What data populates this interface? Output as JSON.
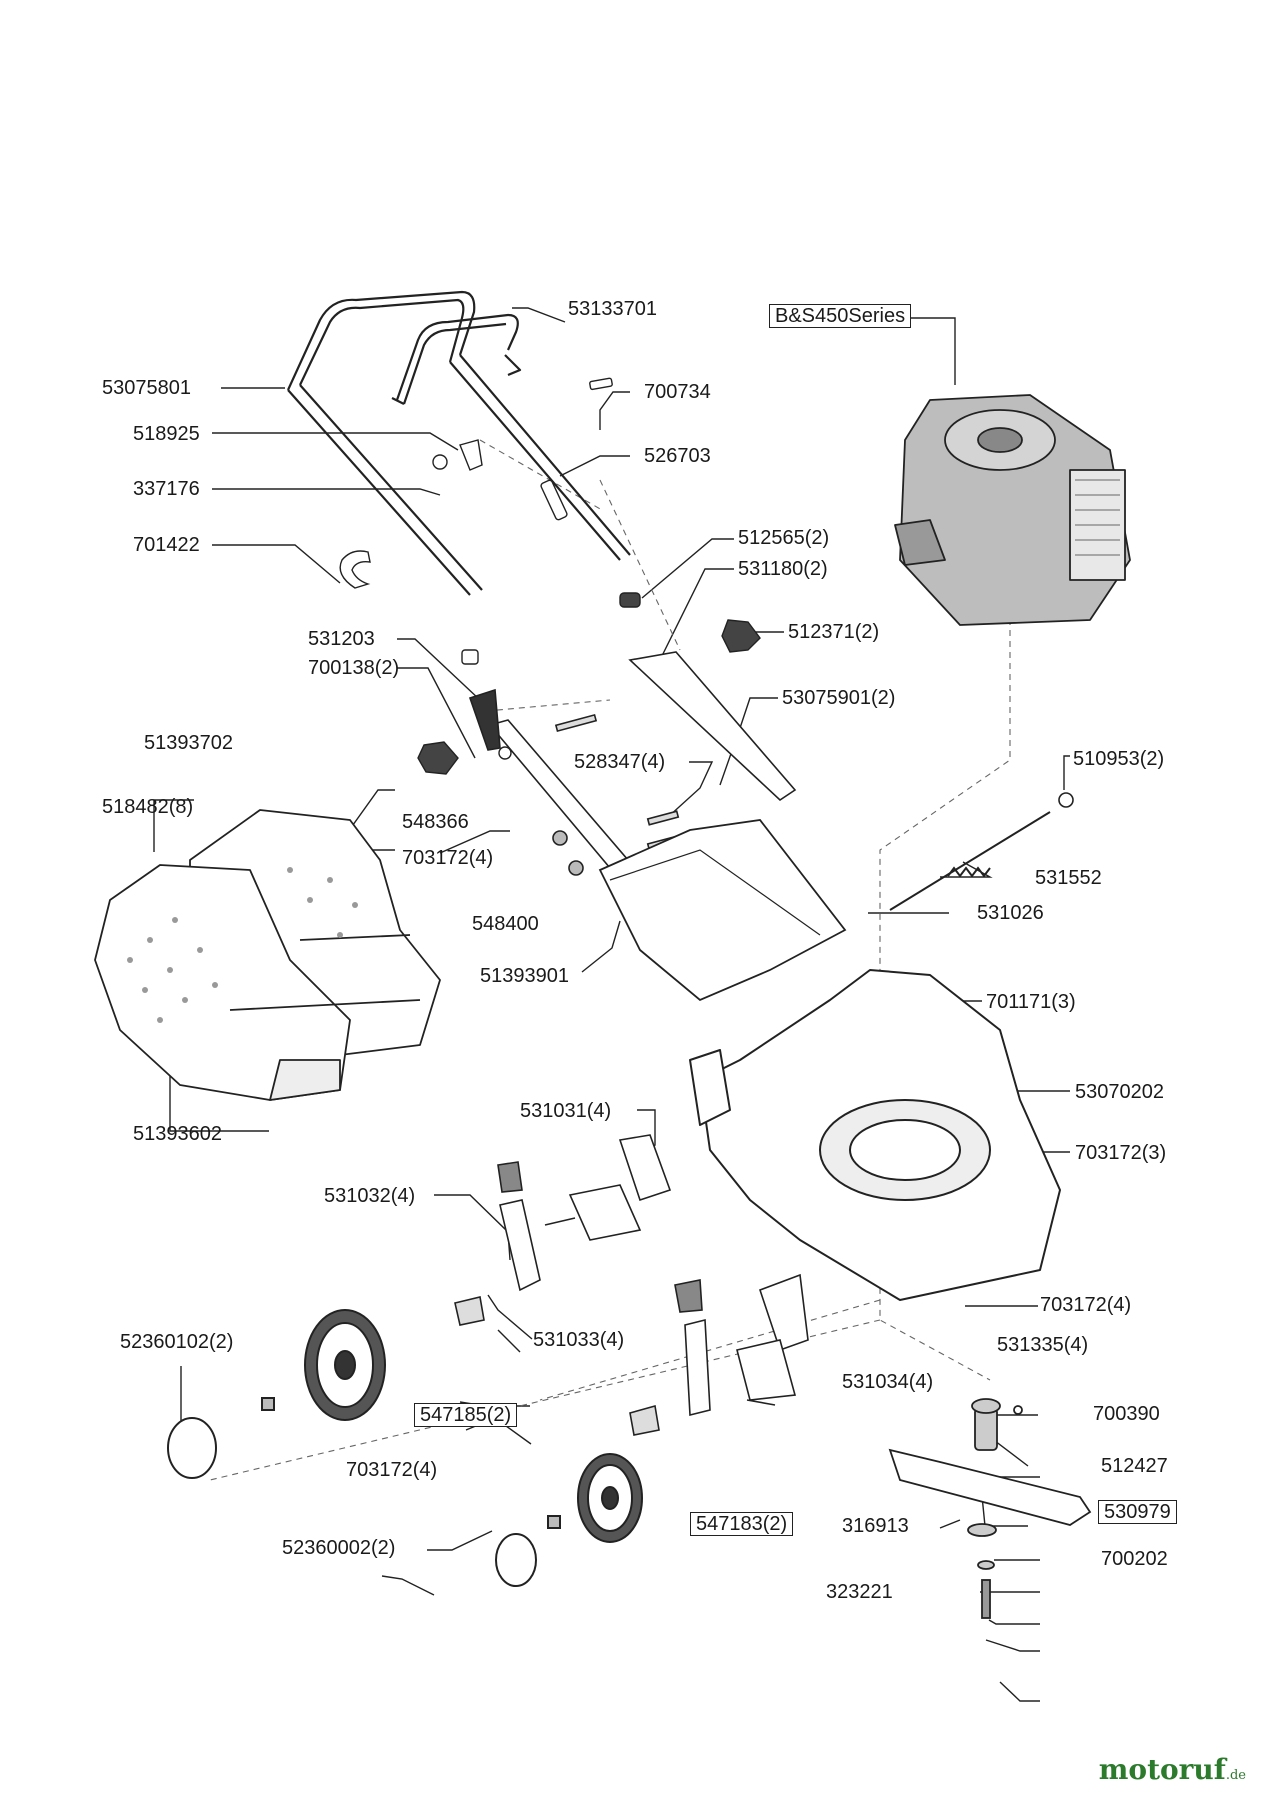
{
  "engine_label": "B&S450Series",
  "parts": {
    "p53133701": "53133701",
    "p53075801": "53075801",
    "p700734": "700734",
    "p518925": "518925",
    "p526703": "526703",
    "p337176": "337176",
    "p701422": "701422",
    "p512565": "512565(2)",
    "p531180": "531180(2)",
    "p531203": "531203",
    "p512371": "512371(2)",
    "p700138": "700138(2)",
    "p53075901": "53075901(2)",
    "p51393702": "51393702",
    "p528347": "528347(4)",
    "p510953": "510953(2)",
    "p518482": "518482(8)",
    "p548366": "548366",
    "p703172a": "703172(4)",
    "p531552": "531552",
    "p548400": "548400",
    "p531026": "531026",
    "p51393901": "51393901",
    "p701171": "701171(3)",
    "p53070202": "53070202",
    "p51393602": "51393602",
    "p531031": "531031(4)",
    "p703172b": "703172(3)",
    "p531032": "531032(4)",
    "p703172c": "703172(4)",
    "p52360102": "52360102(2)",
    "p531033": "531033(4)",
    "p531335": "531335(4)",
    "p531034": "531034(4)",
    "p547185": "547185(2)",
    "p700390": "700390",
    "p703172d": "703172(4)",
    "p512427": "512427",
    "p316913": "316913",
    "p530979": "530979",
    "p547183": "547183(2)",
    "p52360002": "52360002(2)",
    "p700202": "700202",
    "p323221": "323221"
  },
  "logo": {
    "name": "motoruf",
    "tld": ".de"
  }
}
